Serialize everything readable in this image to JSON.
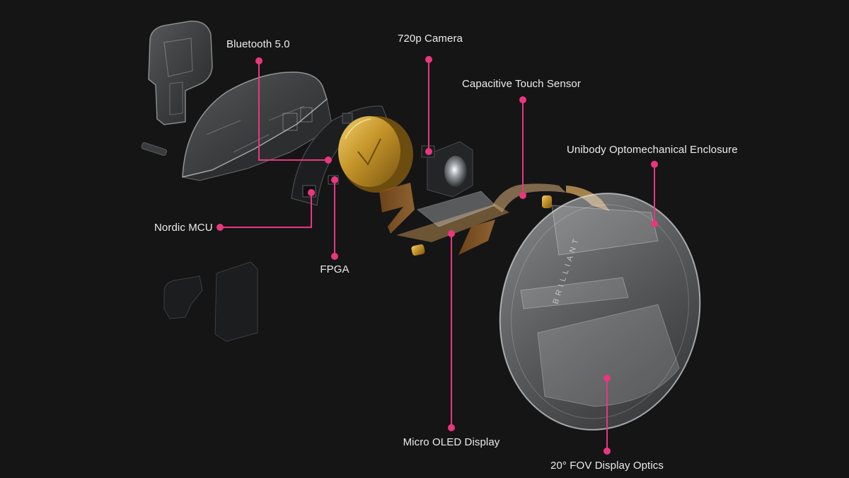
{
  "colors": {
    "background": "#151516",
    "callout": "#e8377f",
    "label_text": "#ececec",
    "gold": "#c99a2c",
    "shell": "#cfd4d8"
  },
  "brand_mark": "BRILLIANT",
  "callouts": {
    "bluetooth": "Bluetooth 5.0",
    "camera": "720p Camera",
    "touch": "Capacitive Touch Sensor",
    "enclosure": "Unibody Optomechanical Enclosure",
    "mcu": "Nordic MCU",
    "fpga": "FPGA",
    "oled": "Micro OLED Display",
    "optics": "20° FOV Display Optics"
  }
}
